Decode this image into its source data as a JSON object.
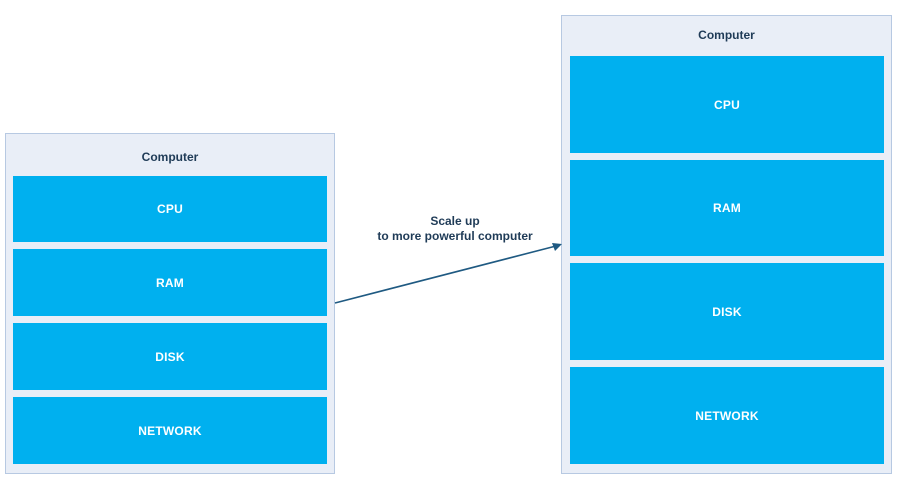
{
  "left_computer": {
    "title": "Computer",
    "components": [
      "CPU",
      "RAM",
      "DISK",
      "NETWORK"
    ]
  },
  "right_computer": {
    "title": "Computer",
    "components": [
      "CPU",
      "RAM",
      "DISK",
      "NETWORK"
    ]
  },
  "connector": {
    "line1": "Scale up",
    "line2": "to more powerful computer"
  },
  "colors": {
    "component_fill": "#00b0ef",
    "container_fill": "#e9eef7",
    "container_border": "#b7c9e2",
    "arrow": "#1f5a82",
    "text_dark": "#1f3b57"
  }
}
